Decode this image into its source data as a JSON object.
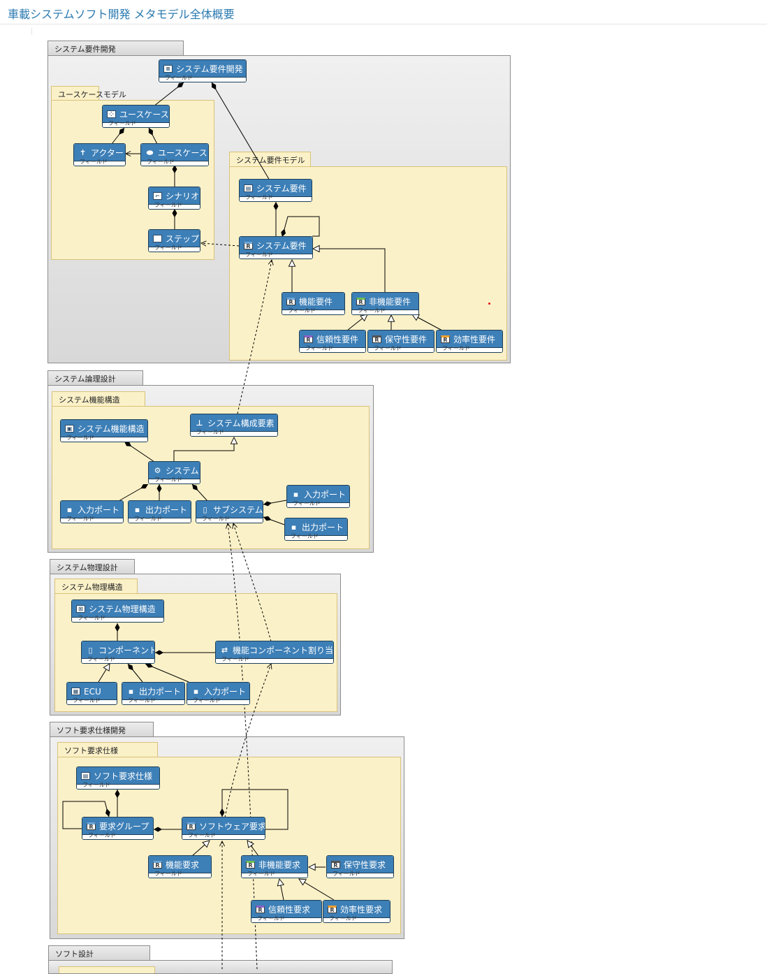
{
  "page": {
    "title": "車載システムソフト開発 メタモデル全体概要"
  },
  "packages": {
    "sys_req": "システム要件開発",
    "sys_logic": "システム論理設計",
    "sys_phys": "システム物理設計",
    "sw_req": "ソフト要求仕様開発",
    "sw_design": "ソフト設計"
  },
  "models": {
    "usecase": "ユースケースモデル",
    "sys_req_model": "システム要件モデル",
    "sys_func": "システム機能構造",
    "sys_phys_struct": "システム物理構造",
    "sw_req_spec": "ソフト要求仕様"
  },
  "footer_label": "フィールド",
  "classes": {
    "sysreqdev": "システム要件開発",
    "usecase_top": "ユースケース",
    "actor": "アクター",
    "usecase": "ユースケース",
    "scenario": "シナリオ",
    "step": "ステップ",
    "sysreq_model": "システム要件",
    "sysreq": "システム要件",
    "func_req": "機能要件",
    "nonfunc_req": "非機能要件",
    "reliability_req": "信頼性要件",
    "maintain_req": "保守性要件",
    "efficiency_req": "効率性要件",
    "sys_func_struct": "システム機能構造",
    "sys_component_elem": "システム構成要素",
    "system": "システム",
    "in_port": "入力ポート",
    "out_port": "出力ポート",
    "subsystem": "サブシステム",
    "sub_in_port": "入力ポート",
    "sub_out_port": "出力ポート",
    "sys_phys_struct_cls": "システム物理構造",
    "component": "コンポーネント",
    "func_comp_alloc": "機能コンポーネント割り当て",
    "ecu": "ECU",
    "comp_out_port": "出力ポート",
    "comp_in_port": "入力ポート",
    "sw_req_spec_cls": "ソフト要求仕様",
    "req_group": "要求グループ",
    "sw_req": "ソフトウェア要求",
    "sw_func_req": "機能要求",
    "sw_nonfunc_req": "非機能要求",
    "sw_maintain_req": "保守性要求",
    "sw_reliability_req": "信頼性要求",
    "sw_efficiency_req": "効率性要求"
  },
  "icons": {
    "sysreqdev": "list-icon",
    "usecase_top": "usecase-diagram-icon",
    "actor": "actor-icon",
    "usecase": "usecase-ellipse-icon",
    "scenario": "steps-icon",
    "step": "step-icon",
    "sysreq_model": "requirement-model-icon",
    "requirement": "requirement-icon",
    "structure": "structure-icon",
    "hierarchy": "hierarchy-icon",
    "system": "system-icon",
    "port": "port-icon",
    "subsystem": "subsystem-icon",
    "component": "component-icon",
    "allocation": "allocation-icon",
    "ecu": "ecu-icon"
  },
  "colors": {
    "title": "#2a7ab0",
    "class_header": "#3d7fb7",
    "package_bg": "#e2e2e2",
    "model_bg": "#fbf1c8",
    "red_marker": "#e01010"
  }
}
